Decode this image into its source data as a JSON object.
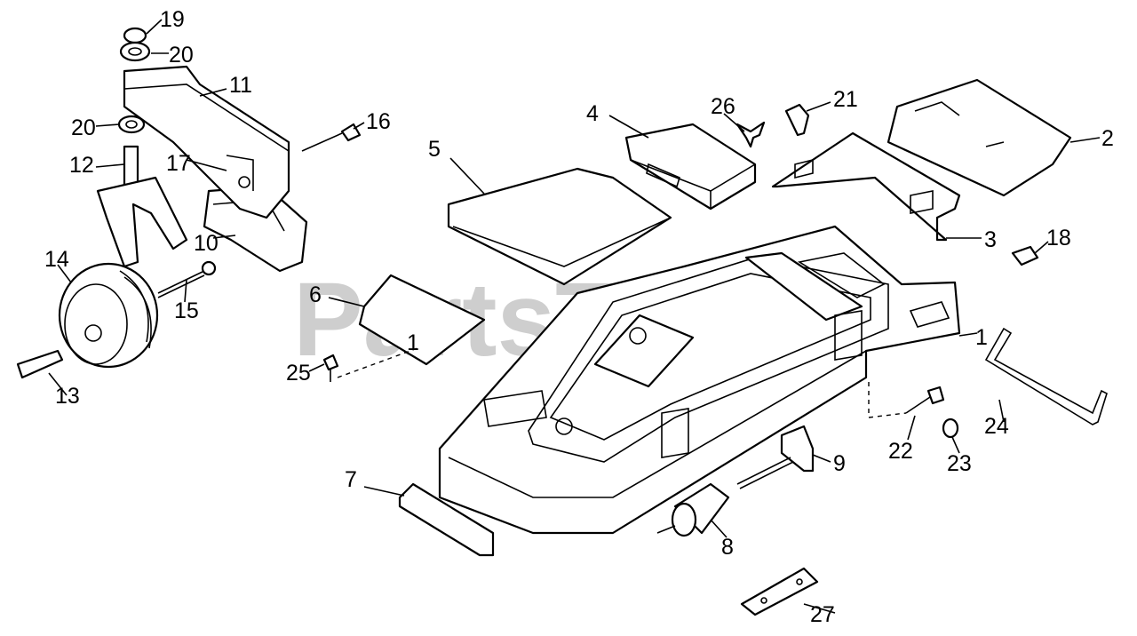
{
  "watermark": "PartsTree",
  "callouts": [
    "1",
    "1",
    "2",
    "3",
    "4",
    "5",
    "6",
    "7",
    "8",
    "9",
    "10",
    "11",
    "12",
    "13",
    "14",
    "15",
    "16",
    "17",
    "18",
    "19",
    "20",
    "20",
    "21",
    "22",
    "23",
    "24",
    "25",
    "26",
    "27"
  ]
}
